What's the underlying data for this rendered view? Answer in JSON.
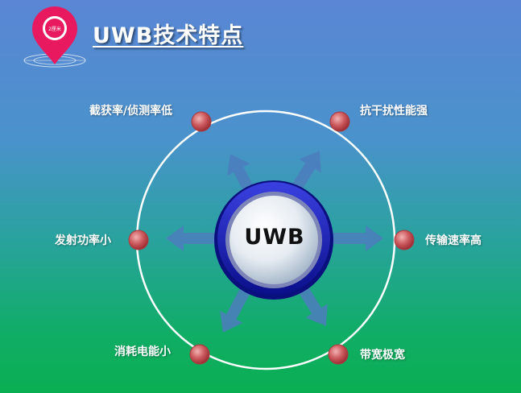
{
  "title": "UWB技术特点",
  "pin_text": "2厘米",
  "center": "UWB",
  "features": {
    "top_left": "截获率/侦测率低",
    "top_right": "抗干扰性能强",
    "left": "发射功率小",
    "right": "传输速率高",
    "bottom_left": "消耗电能小",
    "bottom_right": "带宽极宽"
  },
  "colors": {
    "pin": "#e8195e",
    "ring": "#ffffff",
    "node": "#c2464c",
    "arrow": "#4d7dbe",
    "hub_ring": "#1a1fb8"
  }
}
